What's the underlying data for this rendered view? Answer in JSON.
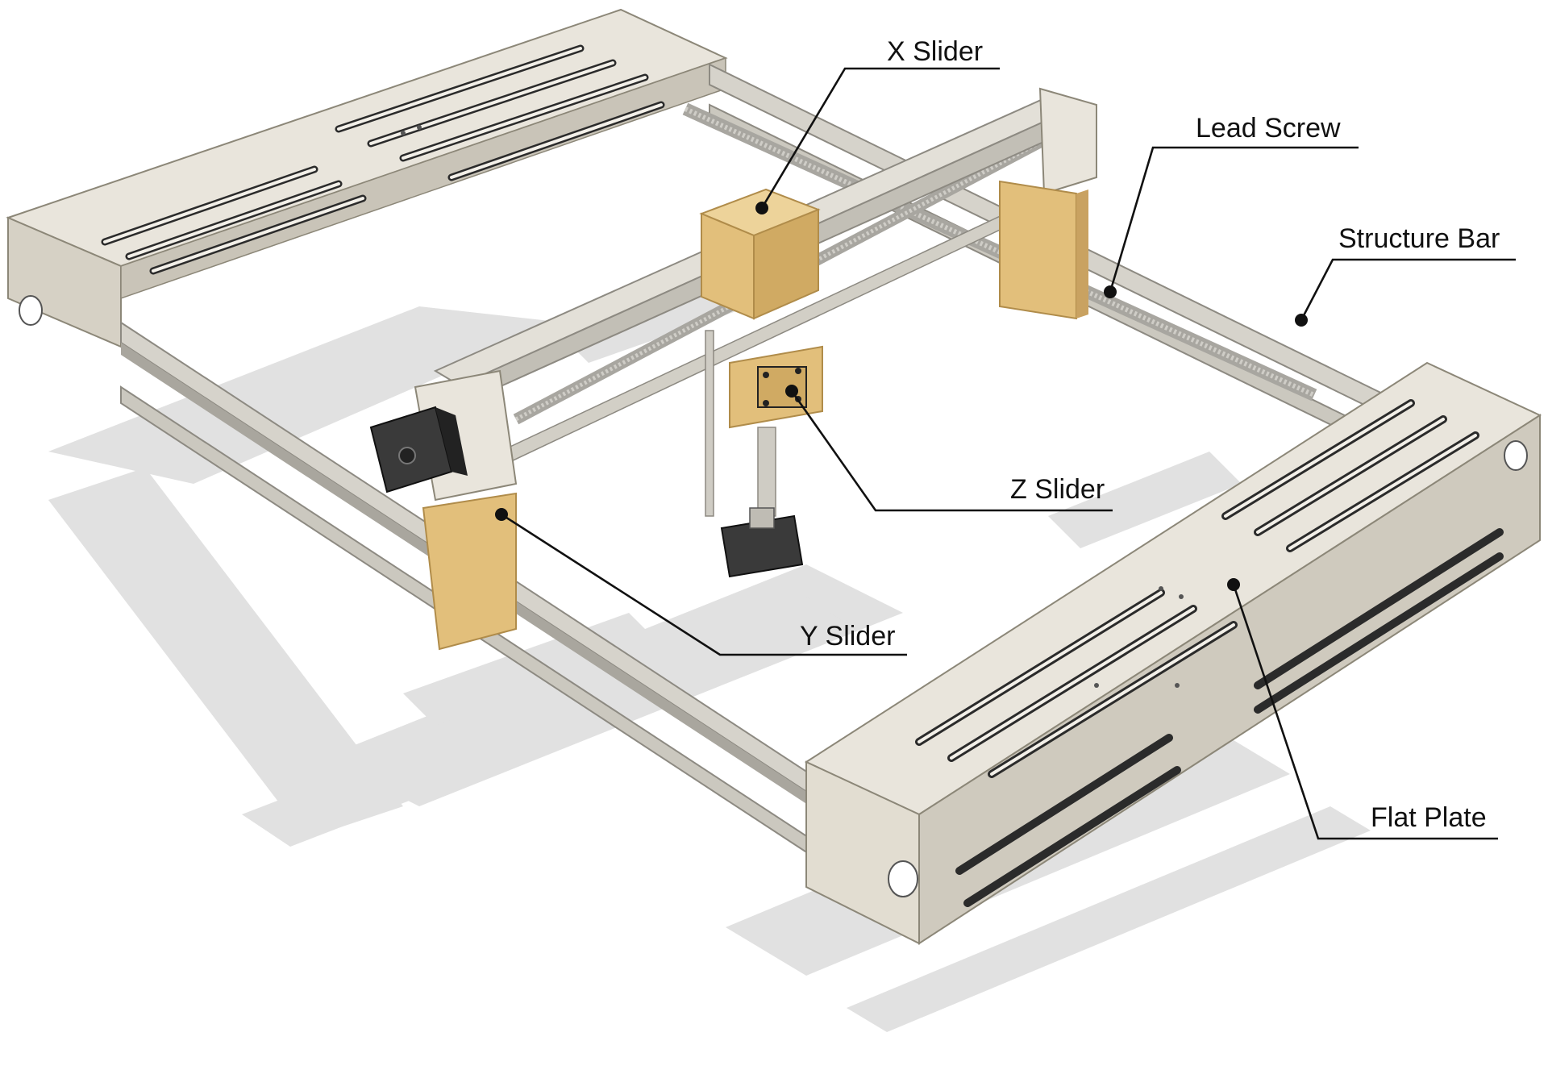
{
  "labels": {
    "x_slider": "X Slider",
    "lead_screw": "Lead Screw",
    "structure_bar": "Structure Bar",
    "z_slider": "Z Slider",
    "y_slider": "Y Slider",
    "flat_plate": "Flat Plate"
  },
  "colors": {
    "plate": "#e9e5dc",
    "plate_edge": "#8c8778",
    "plate_side": "#cfcabe",
    "bar": "#d6d3cb",
    "bar_dark": "#8d8a82",
    "wood": "#e2bf7b",
    "wood_dark": "#b08c4a",
    "motor": "#3a3a3a",
    "shadow": "#d7d7d7",
    "leader": "#111111"
  },
  "icons": [
    "cnc-frame-illustration",
    "stepper-motor-icon",
    "callout-dot"
  ]
}
